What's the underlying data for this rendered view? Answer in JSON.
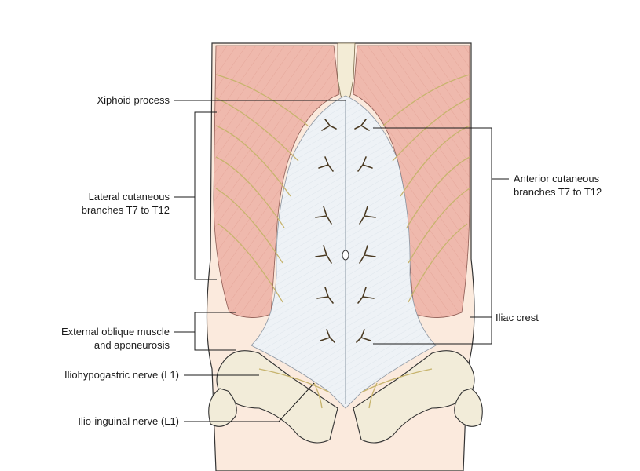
{
  "labels": {
    "xiphoid_process": "Xiphoid process",
    "lateral_cutaneous_line1": "Lateral cutaneous",
    "lateral_cutaneous_line2": "branches T7 to T12",
    "anterior_cutaneous_line1": "Anterior cutaneous",
    "anterior_cutaneous_line2": "branches T7 to T12",
    "iliac_crest": "Iliac crest",
    "external_oblique_line1": "External oblique muscle",
    "external_oblique_line2": "and aponeurosis",
    "iliohypogastric_nerve": "Iliohypogastric nerve (L1)",
    "ilioinguinal_nerve": "Ilio-inguinal nerve (L1)"
  },
  "colors": {
    "skin": "#fbeadd",
    "muscle": "#efb9ad",
    "muscle_fiber": "#d98f82",
    "aponeurosis": "#eef2f6",
    "nerve": "#c7b46e",
    "nerve_dark": "#4a3a22",
    "bone": "#f2ecd9",
    "outline": "#333333"
  }
}
